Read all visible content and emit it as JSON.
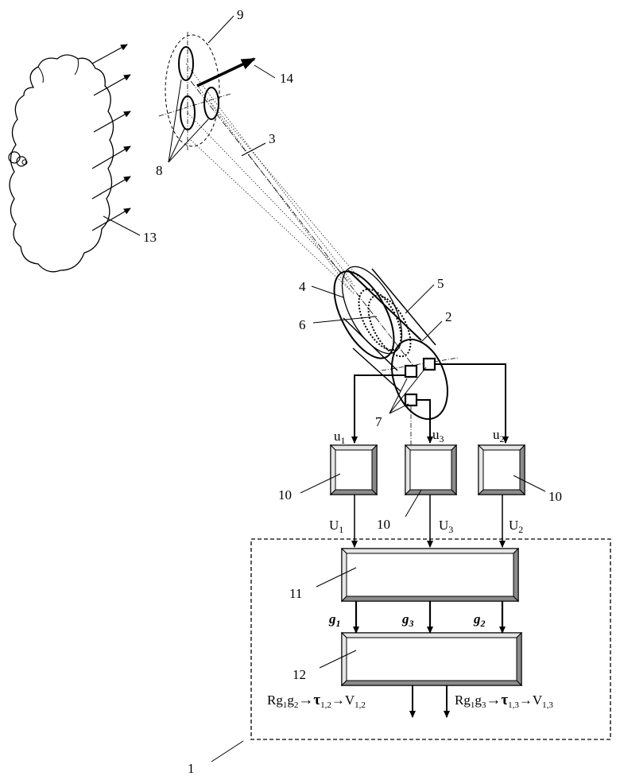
{
  "labels": {
    "n1": "1",
    "n2": "2",
    "n3": "3",
    "n4": "4",
    "n5": "5",
    "n6": "6",
    "n7": "7",
    "n8": "8",
    "n9": "9",
    "n10a": "10",
    "n10b": "10",
    "n10c": "10",
    "n11": "11",
    "n12": "12",
    "n13": "13",
    "n14": "14"
  },
  "signals": {
    "u1": "u",
    "u1_sub": "1",
    "u2": "u",
    "u2_sub": "2",
    "u3": "u",
    "u3_sub": "3",
    "U1": "U",
    "U1_sub": "1",
    "U2": "U",
    "U2_sub": "2",
    "U3": "U",
    "U3_sub": "3",
    "g1": "g",
    "g1_sub": "1",
    "g2": "g",
    "g2_sub": "2",
    "g3": "g",
    "g3_sub": "3"
  },
  "formulas": {
    "left": {
      "R": "R",
      "g_a": "g",
      "g_a_sub": "1",
      "g_b": "g",
      "g_b_sub": "2",
      "tau": "→τ",
      "tau_sub": "1,2",
      "V": "→V",
      "V_sub": "1,2"
    },
    "right": {
      "R": "R",
      "g_a": "g",
      "g_a_sub": "1",
      "g_b": "g",
      "g_b_sub": "3",
      "tau": "→τ",
      "tau_sub": "1,3",
      "V": "→V",
      "V_sub": "1,3"
    }
  }
}
